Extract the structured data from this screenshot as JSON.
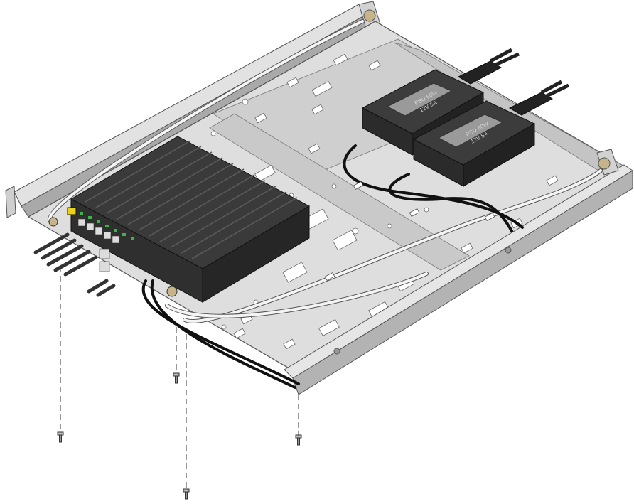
{
  "figure": {
    "psu_labels": [
      {
        "model": "PSU 60W",
        "detail": "12V 5A"
      },
      {
        "model": "PSU 60W",
        "detail": "12V 5A"
      }
    ]
  },
  "colors": {
    "tray": "#bdbdbd",
    "tray_dark": "#8a8a8a",
    "tray_light": "#e2e2e2",
    "device_body": "#2f2f2f",
    "heatsink_fin": "#4a4a4a",
    "psu_body": "#2b2b2b",
    "psu_band": "#9a9a9a",
    "cable_black": "#111111",
    "cable_white": "#f4f4f4",
    "led_green": "#39b54a",
    "port_yellow": "#e8d21c",
    "screw_tan": "#c8b48a"
  },
  "icons": [
    "screw-icon",
    "standoff-icon",
    "cable-tie-icon",
    "power-plug-icon"
  ]
}
